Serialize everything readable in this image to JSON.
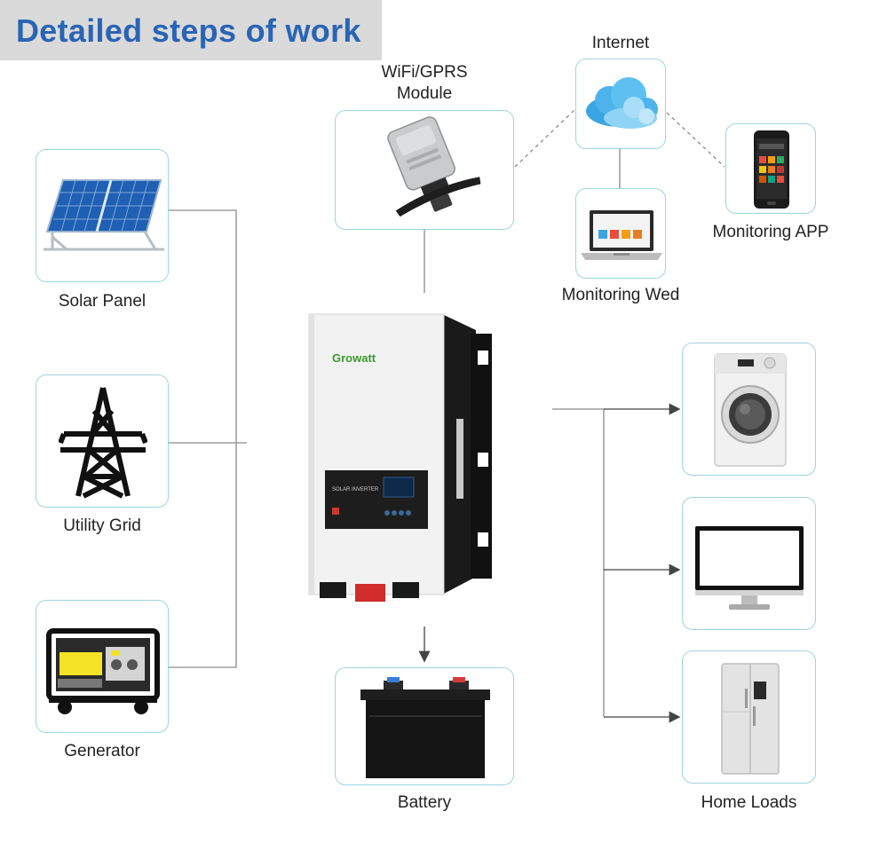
{
  "header": {
    "title": "Detailed steps of work"
  },
  "nodes": {
    "wifi_module": {
      "label_line1": "WiFi/GPRS",
      "label_line2": "Module"
    },
    "internet": {
      "label": "Internet"
    },
    "monitoring_app": {
      "label": "Monitoring APP"
    },
    "monitoring_web": {
      "label": "Monitoring Wed"
    },
    "solar_panel": {
      "label": "Solar Panel"
    },
    "utility_grid": {
      "label": "Utility Grid"
    },
    "generator": {
      "label": "Generator"
    },
    "inverter": {
      "brand": "Growatt",
      "panel_text": "SOLAR INVERTER"
    },
    "battery": {
      "label": "Battery"
    },
    "home_loads": {
      "label": "Home Loads"
    }
  },
  "colors": {
    "title": "#2a64b4",
    "banner": "#dadada",
    "card_border": "#9fd4e0",
    "line": "#8a8a8a",
    "brand_green": "#3a9a2e"
  }
}
